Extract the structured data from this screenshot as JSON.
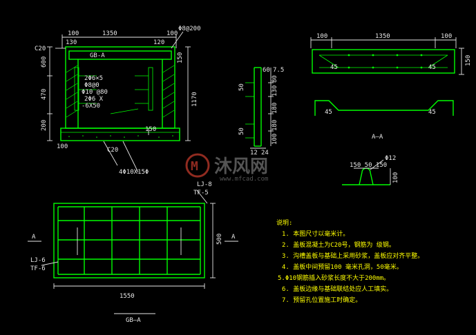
{
  "section_gb": {
    "label": "GB-A",
    "dim_left": "100",
    "dim_right": "100",
    "dim_width": "1350",
    "dim_h_top": "600",
    "dim_h_mid": "470",
    "dim_h_bot": "200",
    "dim_total": "1170",
    "dim_right_top": "150",
    "dim_small_l": "130",
    "dim_small_r": "120",
    "note_c20": "C20",
    "note_bar_top": "Φ8@200",
    "note_bar_1": "2Φ6×5",
    "note_bar_2": "Φ8@0",
    "note_bar_3": "Φ10 @80",
    "note_bar_4": "2Φ6 X",
    "note_bar_5": "-6X50",
    "note_c20_base": "C20",
    "note_150": "150",
    "note_bot_dim": "100",
    "note_angle": "4Φ10X15Φ"
  },
  "detail_mid": {
    "dim_60": "60",
    "dim_7_5": "7.5",
    "dim_50a": "50",
    "dim_50b": "50",
    "dim_12": "12",
    "dim_24": "24",
    "side_1": "80",
    "side_2": "130",
    "side_3": "180",
    "side_4": "180",
    "side_5": "100"
  },
  "section_aa": {
    "label": "A—A",
    "dim_left": "100",
    "dim_mid": "1350",
    "dim_right": "100",
    "dim_side": "150",
    "angle_1": "45",
    "angle_2": "45",
    "angle_3": "45",
    "angle_4": "45"
  },
  "detail_hook": {
    "label_top": "Φ12",
    "dim": "150 50 150",
    "dim_side": "100"
  },
  "plan_gb": {
    "label": "GB—A",
    "dim_width": "1550",
    "dim_height": "500",
    "section_mark_left": "A",
    "section_mark_right": "A",
    "tag_top_1": "LJ-8",
    "tag_top_2": "TF-5",
    "tag_left_1": "LJ-6",
    "tag_left_2": "TF-6"
  },
  "notes": {
    "title": "说明:",
    "items": [
      "1. 本图尺寸以毫米计。",
      "2. 盖板混凝土为C20号，钢筋为 级钢。",
      "3. 沟槽盖板与基础上采用砂浆，盖板应对齐平整。",
      "4. 盖板中间预留100 毫米孔洞，50毫米。",
      "5.Φ10钢筋插入砂浆长度不大于200mm。",
      "6. 盖板边缘与基础联结处应人工填实。",
      "7. 预留孔位置施工时确定。"
    ]
  },
  "watermark": {
    "brand": "沐风网",
    "url": "www.mfcad.com"
  }
}
